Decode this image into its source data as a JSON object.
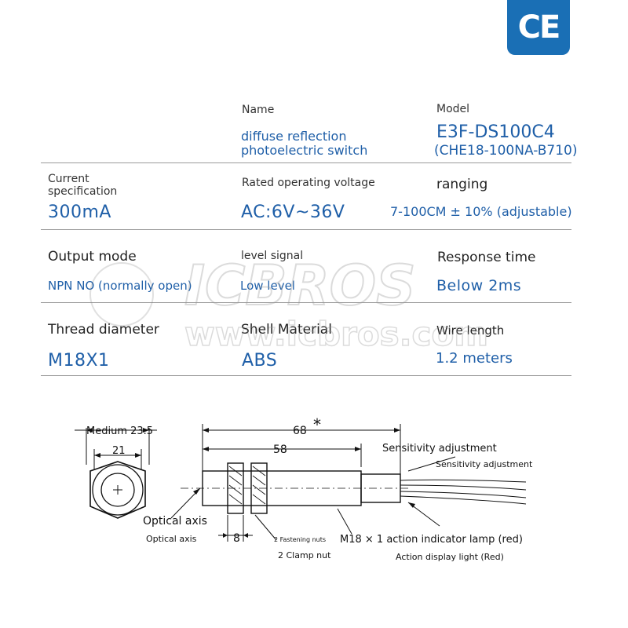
{
  "badge": {
    "text": "CE",
    "color": "#1a6fb5"
  },
  "header": {
    "name_label": "Name",
    "name_value_line1": "diffuse reflection",
    "name_value_line2": "photoelectric switch",
    "model_label": "Model",
    "model_value": "E3F-DS100C4",
    "model_sub": "(CHE18-100NA-B710)"
  },
  "row1": {
    "current_label_line1": "Current",
    "current_label_line2": "specification",
    "current_value": "300mA",
    "voltage_label": "Rated operating voltage",
    "voltage_value": "AC:6V~36V",
    "ranging_label": "ranging",
    "ranging_value": "7-100CM ± 10% (adjustable)"
  },
  "row2": {
    "output_label": "Output mode",
    "output_value": "NPN NO (normally open)",
    "level_label": "level signal",
    "level_value": "Low level",
    "response_label": "Response time",
    "response_value": "Below 2ms"
  },
  "row3": {
    "thread_label": "Thread diameter",
    "thread_value": "M18X1",
    "shell_label": "Shell Material",
    "shell_value": "ABS",
    "wire_label": "Wire length",
    "wire_value": "1.2 meters"
  },
  "watermark": {
    "brand": "ICBROS",
    "url": "www.icbros.com"
  },
  "diagram": {
    "medium": "Medium 23.5",
    "inner": "21",
    "overall": "68",
    "asterisk": "*",
    "body": "58",
    "nut": "8",
    "optical_axis": "Optical axis",
    "optical_axis_serif": "Optical axis",
    "fastening_nuts": "2 Fastening nuts",
    "clamp_nut": "2 Clamp nut",
    "sensitivity": "Sensitivity adjustment",
    "sensitivity_serif": "Sensitivity adjustment",
    "indicator": "M18 × 1 action indicator lamp (red)",
    "indicator_serif": "Action display light (Red)"
  }
}
